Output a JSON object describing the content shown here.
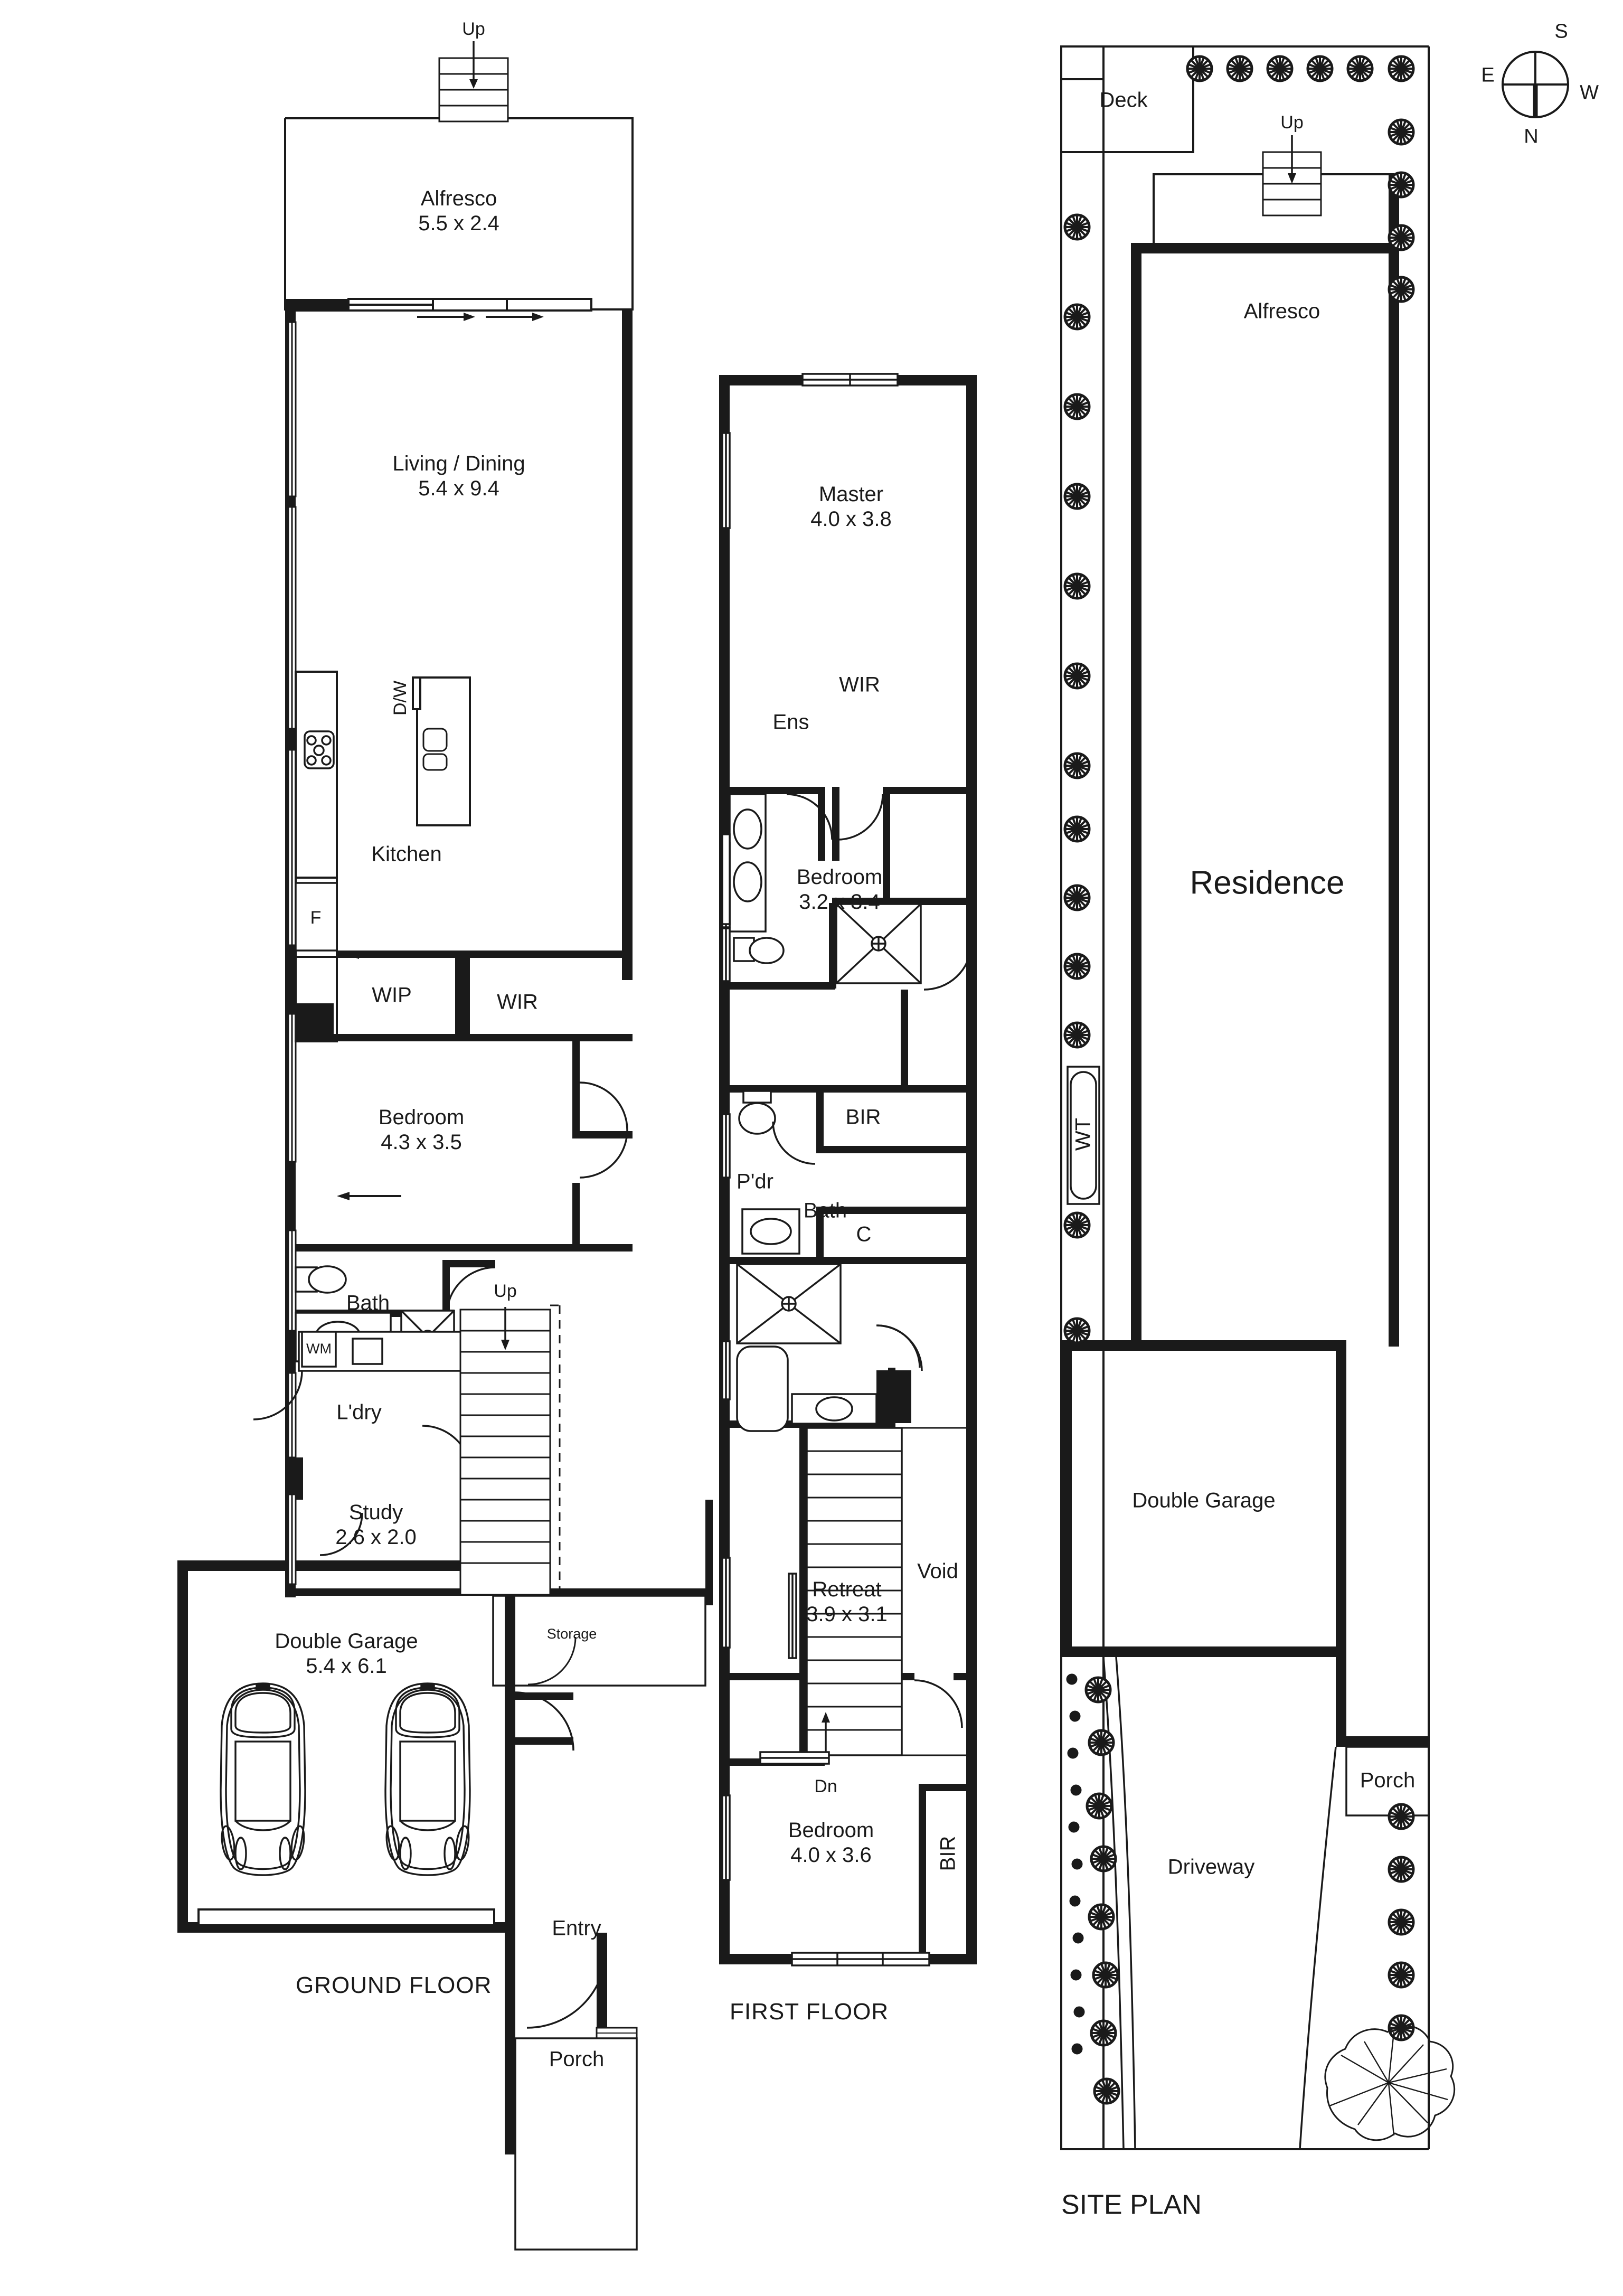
{
  "document": {
    "type": "residential-floor-plan",
    "sheets": [
      "GROUND FLOOR",
      "FIRST FLOOR",
      "SITE PLAN"
    ]
  },
  "compass": {
    "top": "S",
    "left": "E",
    "right": "W",
    "bottom": "N"
  },
  "ground_floor": {
    "title": "GROUND FLOOR",
    "rooms": [
      {
        "name": "Alfresco",
        "dims": "5.5 x 2.4"
      },
      {
        "name": "Living / Dining",
        "dims": "5.4 x 9.4"
      },
      {
        "name": "Kitchen",
        "dims": ""
      },
      {
        "name": "Bedroom",
        "dims": "4.3 x 3.5"
      },
      {
        "name": "Bath",
        "dims": ""
      },
      {
        "name": "L'dry",
        "dims": ""
      },
      {
        "name": "Study",
        "dims": "2.6 x 2.0"
      },
      {
        "name": "Double Garage",
        "dims": "5.4 x 6.1"
      },
      {
        "name": "Entry",
        "dims": ""
      },
      {
        "name": "Porch",
        "dims": ""
      }
    ],
    "annotations": {
      "up_top": "Up",
      "up_stair": "Up",
      "dishwasher": "D/W",
      "fridge": "F",
      "walk_in_pantry": "WIP",
      "walk_in_robe": "WIR",
      "washing_machine": "WM",
      "storage": "Storage"
    }
  },
  "first_floor": {
    "title": "FIRST FLOOR",
    "rooms": [
      {
        "name": "Master",
        "dims": "4.0 x 3.8"
      },
      {
        "name": "Ens",
        "dims": ""
      },
      {
        "name": "WIR",
        "dims": ""
      },
      {
        "name": "Bedroom",
        "dims": "3.2 x 3.4"
      },
      {
        "name": "BIR",
        "dims": ""
      },
      {
        "name": "P'dr",
        "dims": ""
      },
      {
        "name": "C",
        "dims": ""
      },
      {
        "name": "Bath",
        "dims": ""
      },
      {
        "name": "Void",
        "dims": ""
      },
      {
        "name": "Retreat",
        "dims": "3.9 x 3.1"
      },
      {
        "name": "Bedroom",
        "dims": "4.0 x 3.6"
      },
      {
        "name": "BIR",
        "dims": ""
      }
    ],
    "annotations": {
      "down_stair": "Dn"
    }
  },
  "site_plan": {
    "title": "SITE PLAN",
    "areas": [
      {
        "name": "Deck"
      },
      {
        "name": "Alfresco"
      },
      {
        "name": "Residence"
      },
      {
        "name": "Double Garage"
      },
      {
        "name": "Porch"
      },
      {
        "name": "Driveway"
      }
    ],
    "annotations": {
      "up_stair": "Up",
      "water_tank": "WT"
    }
  },
  "colors": {
    "wall": "#1a1a1a",
    "line": "#1a1a1a",
    "background": "#ffffff",
    "text": "#1a1a1a"
  }
}
